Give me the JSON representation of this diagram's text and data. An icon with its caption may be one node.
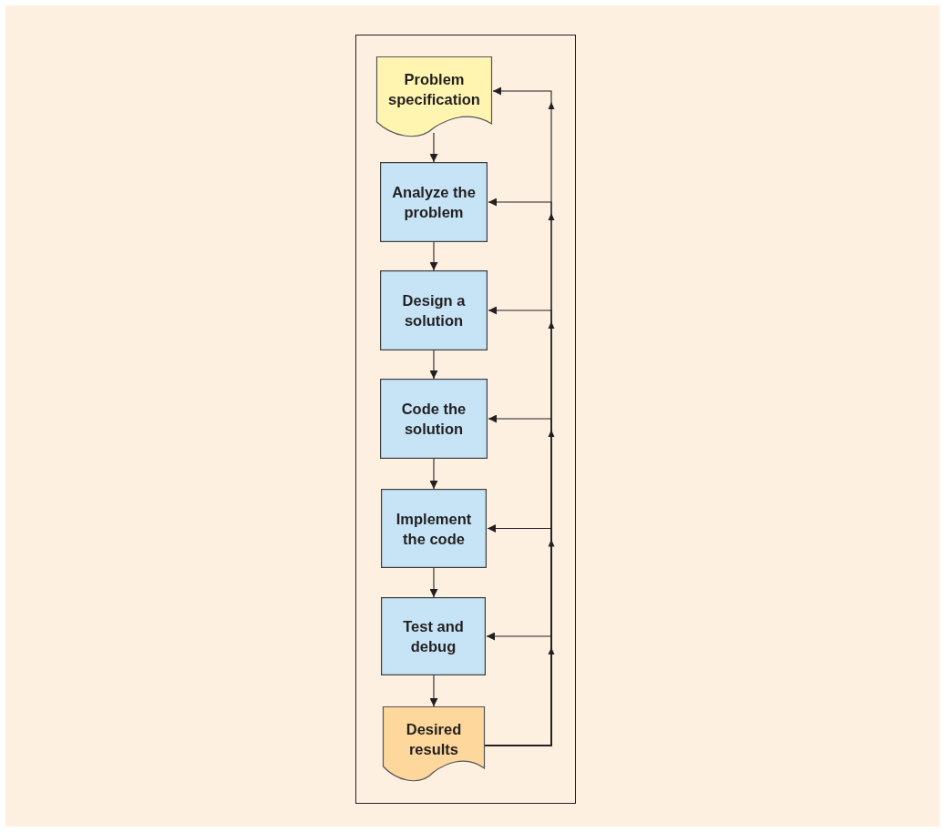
{
  "diagram": {
    "nodes": [
      {
        "text": [
          "Problem specification"
        ]
      },
      {
        "text": [
          "Analyze the problem"
        ]
      },
      {
        "text": [
          "Design a solution"
        ]
      },
      {
        "text": [
          "Code the solution"
        ]
      },
      {
        "text": [
          "Implement the code"
        ]
      },
      {
        "text": [
          "Test and debug"
        ]
      },
      {
        "text": [
          "Desired results"
        ]
      }
    ],
    "edges": [
      {
        "from": 0,
        "to": 1,
        "arrow": "to"
      },
      {
        "from": 1,
        "to": 2,
        "arrow": "to"
      },
      {
        "from": 2,
        "to": 3,
        "arrow": "to"
      },
      {
        "from": 3,
        "to": 4,
        "arrow": "to"
      },
      {
        "from": 4,
        "to": 5,
        "arrow": "to"
      },
      {
        "from": 5,
        "to": 6,
        "arrow": "to"
      },
      {
        "from": 6,
        "to": 0,
        "arrow": "to"
      },
      {
        "from": 6,
        "to": 1,
        "arrow": "to"
      },
      {
        "from": 6,
        "to": 2,
        "arrow": "to"
      },
      {
        "from": 6,
        "to": 3,
        "arrow": "to"
      },
      {
        "from": 6,
        "to": 4,
        "arrow": "to"
      },
      {
        "from": 6,
        "to": 5,
        "arrow": "to"
      }
    ]
  }
}
